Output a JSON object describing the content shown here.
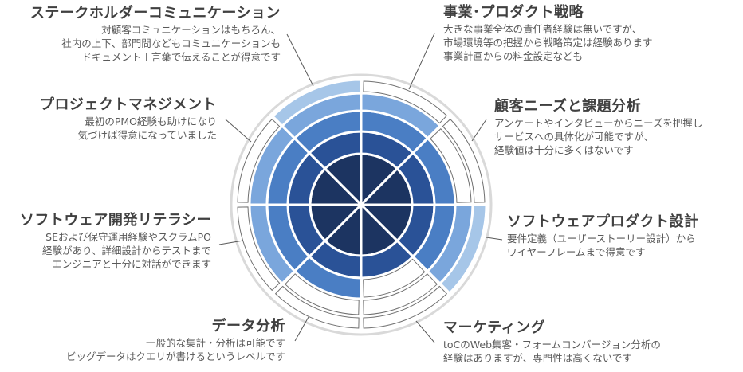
{
  "chart_data": {
    "type": "radial-skill",
    "max_level": 5,
    "level_colors": [
      "#1c3461",
      "#2a5297",
      "#4a7ec4",
      "#7aa6dc",
      "#a6c6e8"
    ],
    "categories": [
      {
        "title": "事業･プロダクト戦略",
        "level": 4,
        "desc": [
          "大きな事業全体の責任者経験は無いですが、",
          "市場環境等の把握から戦略策定は経験あります",
          "事業計画からの料金設定なども"
        ]
      },
      {
        "title": "顧客ニーズと課題分析",
        "level": 3,
        "desc": [
          "アンケートやインタビューからニーズを把握し",
          "サービスへの具体化が可能ですが、",
          "経験値は十分に多くはないです"
        ]
      },
      {
        "title": "ソフトウェアプロダクト設計",
        "level": 5,
        "desc": [
          "要件定義（ユーザーストーリー設計）から",
          "ワイヤーフレームまで得意です"
        ]
      },
      {
        "title": "マーケティング",
        "level": 2,
        "desc": [
          "toCのWeb集客・フォームコンバージョン分析の",
          "経験はありますが、専門性は高くないです"
        ]
      },
      {
        "title": "データ分析",
        "level": 3,
        "desc": [
          "一般的な集計・分析は可能です",
          "ビッグデータはクエリが書けるというレベルです"
        ]
      },
      {
        "title": "ソフトウェア開発リテラシー",
        "level": 4,
        "desc": [
          "SEおよび保守運用経験やスクラムPO",
          "経験があり、詳細設計からテストまで",
          "エンジニアと十分に対話ができます"
        ]
      },
      {
        "title": "プロジェクトマネジメント",
        "level": 4,
        "desc": [
          "最初のPMO経験も助けになり",
          "気づけば得意になっていました"
        ]
      },
      {
        "title": "ステークホルダーコミュニケーション",
        "level": 5,
        "desc": [
          "対顧客コミュニケーションはもちろん、",
          "社内の上下、部門間などもコミュニケーションも",
          "ドキュメント＋言葉で伝えることが得意です"
        ]
      }
    ]
  }
}
